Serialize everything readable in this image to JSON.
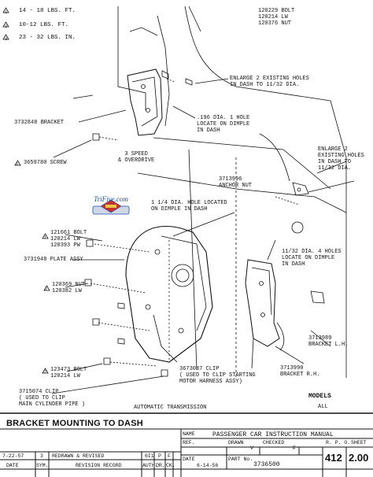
{
  "legend": [
    {
      "num": "1",
      "text": "14 - 18 LBS. FT."
    },
    {
      "num": "2",
      "text": "10-12 LBS. FT."
    },
    {
      "num": "3",
      "text": "23 - 32 LBS. IN."
    }
  ],
  "labels": {
    "bolt_top_1": "120229 BOLT",
    "bolt_top_2": "120214 LW",
    "bolt_top_3": "120376 NUT",
    "enlarge1_1": "ENLARGE 2 EXISTING HOLES",
    "enlarge1_2": "IN DASH TO 11/32 DIA.",
    "bracket": "3732848 BRACKET",
    "dia196_1": ".196 DIA. 1 HOLE",
    "dia196_2": "LOCATE ON DIMPLE",
    "dia196_3": "IN DASH",
    "screw": "3659780 SCREW",
    "speed3_1": "3 SPEED",
    "speed3_2": "& OVERDRIVE",
    "enlarge2_1": "ENLARGE 2",
    "enlarge2_2": "EXISTING HOLES",
    "enlarge2_3": "IN DASH TO",
    "enlarge2_4": "11/32 DIA.",
    "anchor_1": "3713996",
    "anchor_2": "ANCHOR NUT",
    "hole114_1": "1 1/4 DIA. HOLE LOCATED",
    "hole114_2": "ON DIMPLE IN DASH",
    "bolt2_1": "121661 BOLT",
    "bolt2_2": "120214 LW",
    "bolt2_3": "120393 PW",
    "plate": "3731948 PLATE ASSY",
    "dia1132_1": "11/32 DIA. 4 HOLES",
    "dia1132_2": "LOCATE ON DIMPLE",
    "dia1132_3": "IN DASH",
    "nut_1": "120369 NUT",
    "nut_2": "120382 LW",
    "bracket_lh_1": "3713989",
    "bracket_lh_2": "BRACKET L.H.",
    "bolt3_1": "123473 BOLT",
    "bolt3_2": "120214 LW",
    "clip1_1": "3715074 CLIP",
    "clip1_2": "( USED TO CLIP",
    "clip1_3": "MAIN CYLINDER PIPE )",
    "clip2_1": "3673087 CLIP",
    "clip2_2": "( USED TO CLIP STARTING",
    "clip2_3": "MOTOR HARNESS ASSY)",
    "bracket_rh_1": "3713990",
    "bracket_rh_2": "BRACKET R.H.",
    "auto_trans": "AUTOMATIC TRANSMISSION",
    "models": "MODELS",
    "models_all": "ALL"
  },
  "callout_nums": {
    "c1a": "1",
    "c3": "3",
    "c1b": "1",
    "c2a": "2",
    "c1c": "1",
    "c2b": "2"
  },
  "logo": {
    "text": "TriFive.com",
    "brand_color": "#1d4fb8"
  },
  "title": "BRACKET MOUNTING TO DASH",
  "title_block": {
    "name_label": "NAME",
    "name_value": "PASSENGER CAR INSTRUCTION MANUAL",
    "ref_label": "REF.",
    "drawn_label": "DRAWN",
    "drawn_value": "V",
    "checked_label": "CHECKED",
    "checked_value": "F",
    "rpo_label": "R. P. O.",
    "sheet_label": "SHEET",
    "date_label": "DATE",
    "date_value": "6-14-56",
    "part_label": "PART No.",
    "part_value": "3736500",
    "rpo_value": "412",
    "sheet_value": "2.00"
  },
  "revision": {
    "date": "7-22-57",
    "sym": "3",
    "text": "REDRAWN & REVISED",
    "num": "6I1",
    "by": "P",
    "chk": "F",
    "h_date": "DATE",
    "h_sym": "SYM.",
    "h_record": "REVISION RECORD",
    "h_auth": "AUTH.",
    "h_dr": "DR.",
    "h_ck": "CK."
  }
}
